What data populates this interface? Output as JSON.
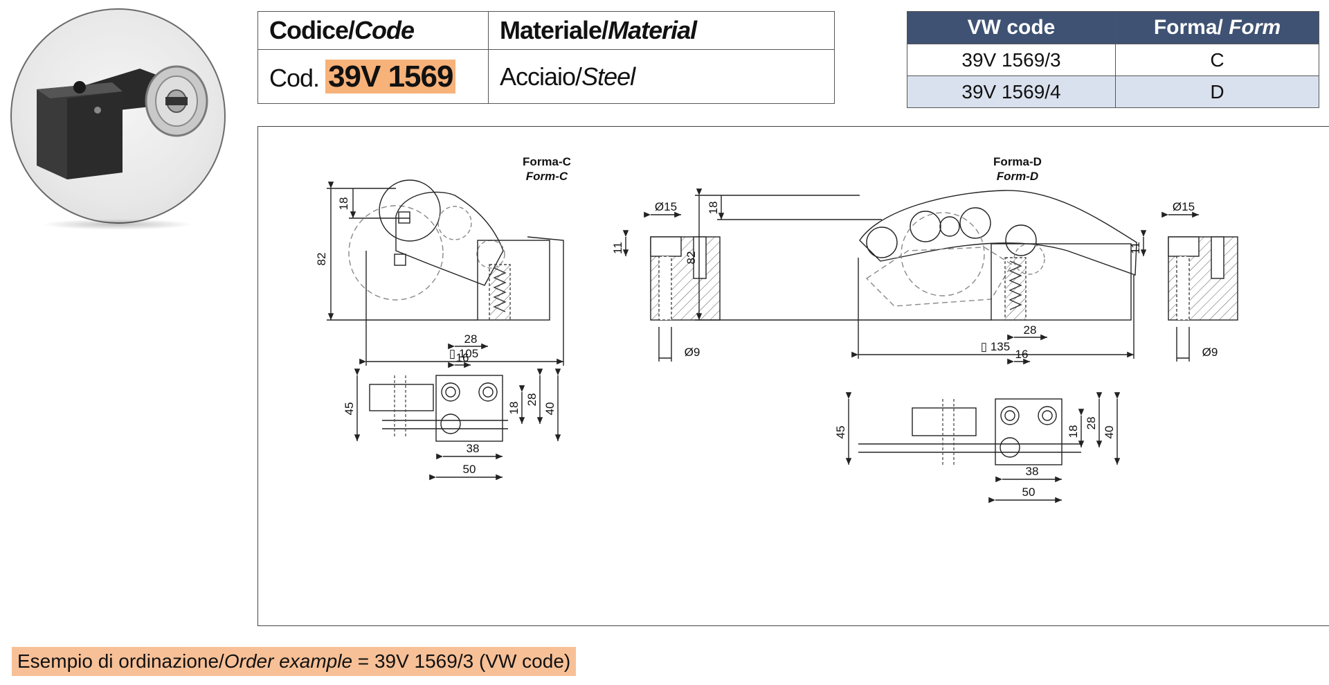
{
  "code_table": {
    "code_header": "Codice/",
    "code_header_italic": "Code",
    "material_header": "Materiale/",
    "material_header_italic": "Material",
    "code_prefix": "Cod.",
    "code_value": "39V 1569",
    "material_value": "Acciaio/",
    "material_value_italic": "Steel"
  },
  "vw_table": {
    "col_code": "VW code",
    "col_form": "Forma/",
    "col_form_italic": "Form",
    "rows": [
      {
        "code": "39V 1569/3",
        "form": "C"
      },
      {
        "code": "39V 1569/4",
        "form": "D"
      }
    ]
  },
  "drawing": {
    "form_c": {
      "title": "Forma-C",
      "subtitle": "Form-C"
    },
    "form_d": {
      "title": "Forma-D",
      "subtitle": "Form-D"
    },
    "dims_c": {
      "h18": "18",
      "h82": "82",
      "w105": "▯ 105",
      "d15": "Ø15",
      "h11": "11",
      "d9": "Ø9",
      "t28": "28",
      "t16": "16",
      "t45": "45",
      "t18": "18",
      "t28b": "28",
      "t40": "40",
      "t38": "38",
      "t50": "50"
    },
    "dims_d": {
      "h18": "18",
      "h82": "82",
      "w135": "▯ 135",
      "d15": "Ø15",
      "h11": "11",
      "d9": "Ø9",
      "t28": "28",
      "t16": "16",
      "t45": "45",
      "t18": "18",
      "t28b": "28",
      "t40": "40",
      "t38": "38",
      "t50": "50"
    }
  },
  "order_example": {
    "prefix": "Esempio di ordinazione/",
    "italic": "Order example",
    "suffix": " = 39V 1569/3 (VW code)"
  },
  "colors": {
    "header_bg": "#3f5273",
    "highlight": "#f7b27a",
    "alt_row": "#d9e1ee",
    "order_bg": "#f7c097"
  }
}
